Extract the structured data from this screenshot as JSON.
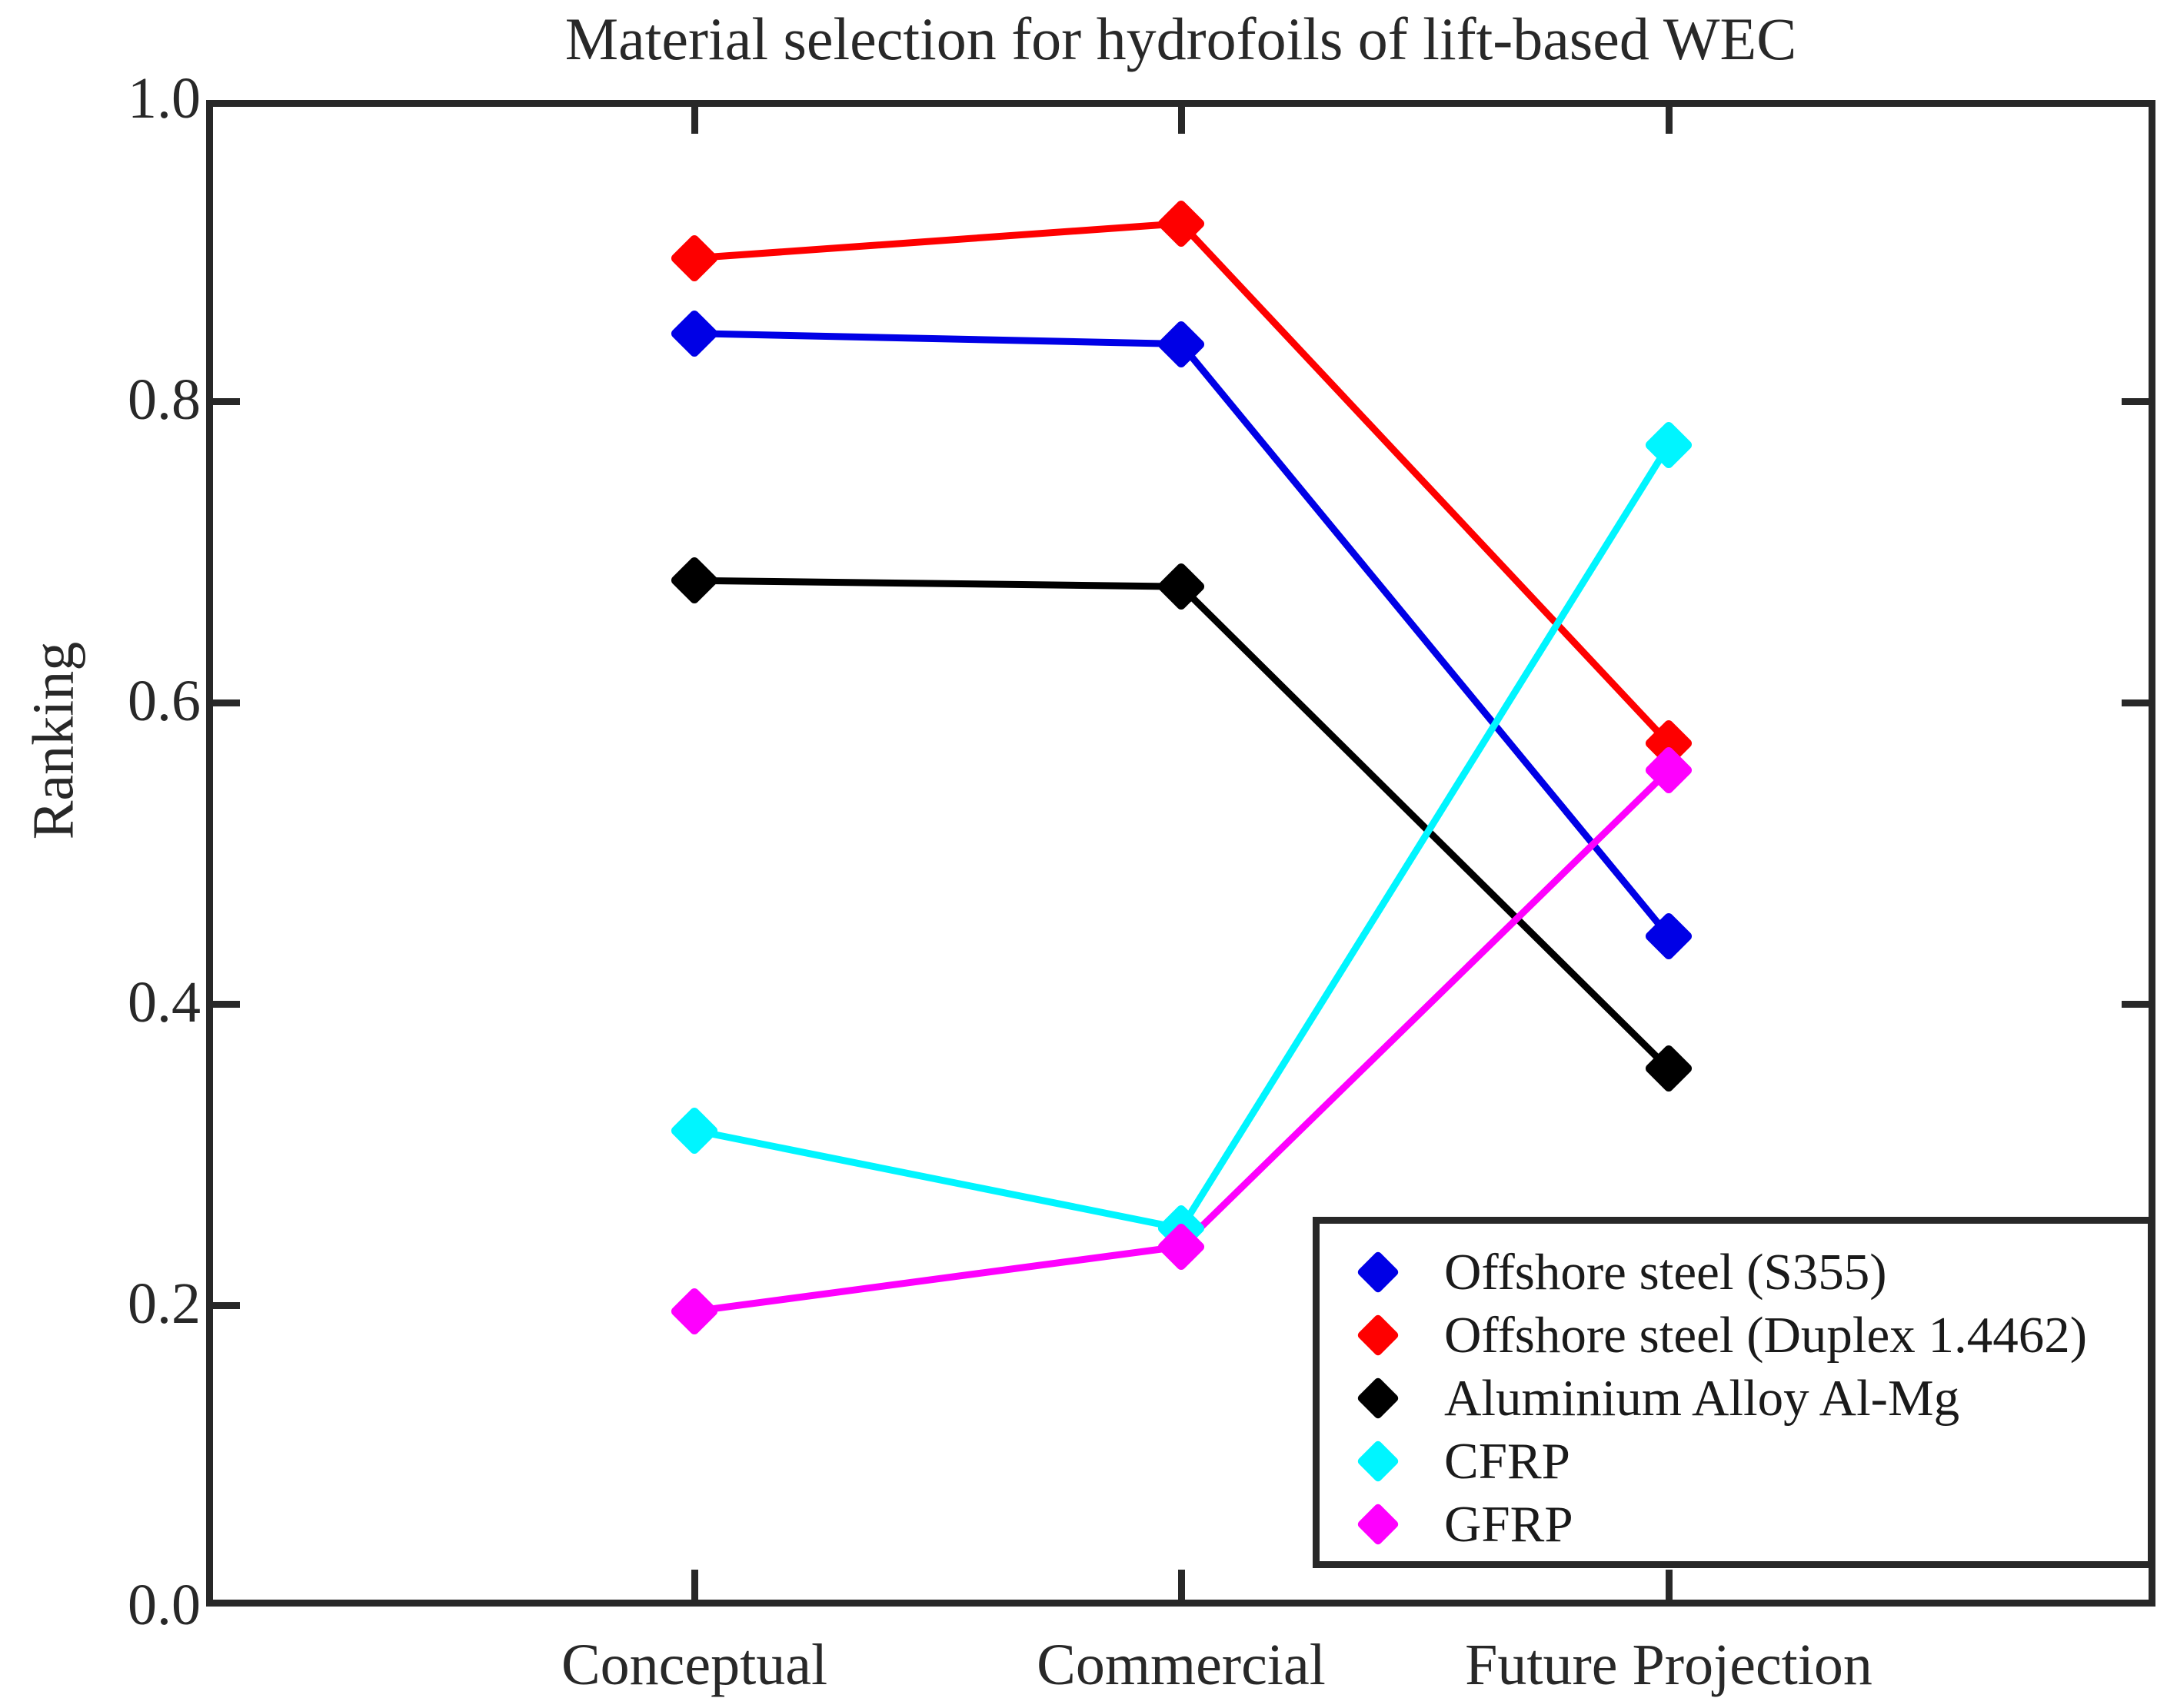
{
  "chart_data": {
    "type": "line",
    "title": "Material selection for hydrofoils of lift-based WEC",
    "xlabel": "",
    "ylabel": "Ranking",
    "categories": [
      "Conceptual",
      "Commercial",
      "Future Projection"
    ],
    "ylim": [
      0.0,
      1.0
    ],
    "yticks": [
      "0.0",
      "0.2",
      "0.4",
      "0.6",
      "0.8",
      "1.0"
    ],
    "ytick_values": [
      0.0,
      0.2,
      0.4,
      0.6,
      0.8,
      1.0
    ],
    "grid": false,
    "legend_position": "lower right",
    "marker": "diamond",
    "series": [
      {
        "name": "Offshore steel (S355)",
        "color": "#0000e6",
        "values": [
          0.845,
          0.838,
          0.445
        ]
      },
      {
        "name": "Offshore steel (Duplex 1.4462)",
        "color": "#fe0000",
        "values": [
          0.895,
          0.918,
          0.573
        ]
      },
      {
        "name": "Aluminium Alloy Al-Mg",
        "color": "#000000",
        "values": [
          0.681,
          0.677,
          0.357
        ]
      },
      {
        "name": "CFRP",
        "color": "#00f5ff",
        "values": [
          0.316,
          0.251,
          0.771
        ]
      },
      {
        "name": "GFRP",
        "color": "#fe00fe",
        "values": [
          0.196,
          0.239,
          0.555
        ]
      }
    ]
  },
  "axes": {
    "frame_color": "#282828"
  }
}
